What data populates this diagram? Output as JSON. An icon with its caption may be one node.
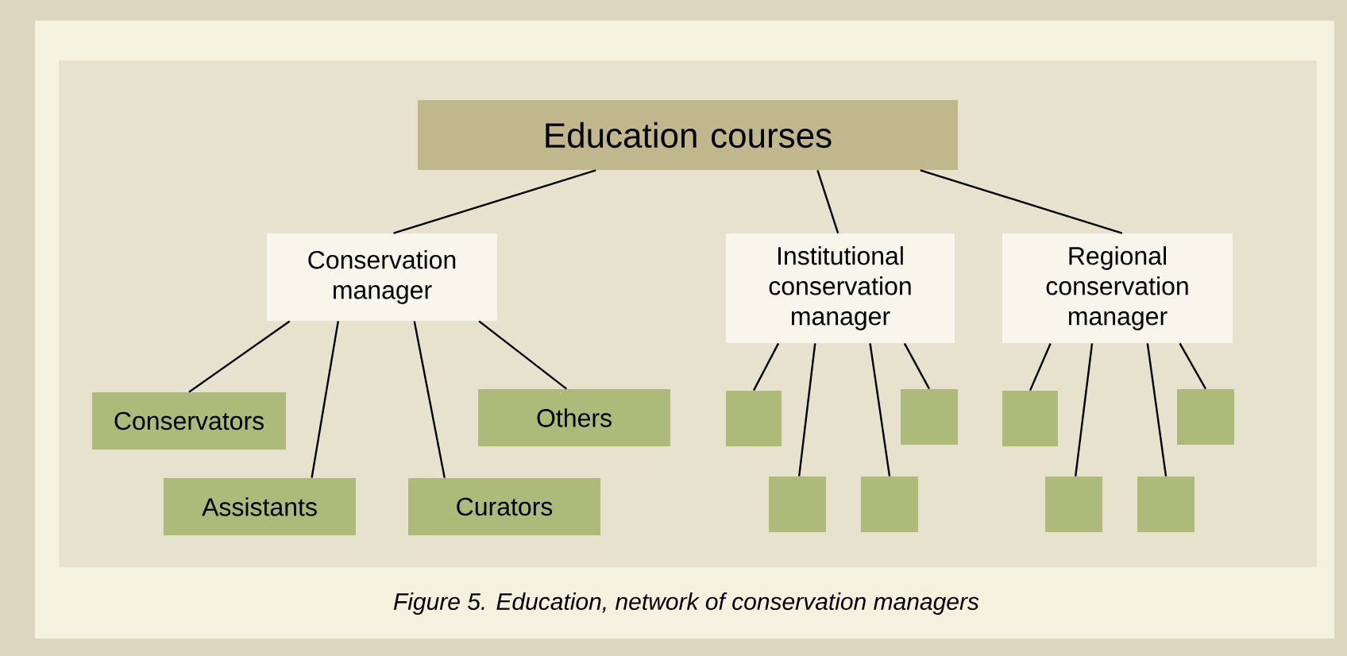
{
  "diagram": {
    "caption": "Figure 5.  Education, network of conservation managers",
    "nodes": [
      {
        "text": [
          "Education courses"
        ]
      },
      {
        "text": [
          "Conservation manager"
        ]
      },
      {
        "text": [
          "Institutional conservation manager"
        ]
      },
      {
        "text": [
          "Regional conservation manager"
        ]
      },
      {
        "text": [
          "Conservators"
        ]
      },
      {
        "text": [
          "Assistants"
        ]
      },
      {
        "text": [
          "Curators"
        ]
      },
      {
        "text": [
          "Others"
        ]
      },
      {
        "text": [],
        "shape": "box"
      },
      {
        "text": [],
        "shape": "box"
      },
      {
        "text": [],
        "shape": "box"
      },
      {
        "text": [],
        "shape": "box"
      },
      {
        "text": [],
        "shape": "box"
      },
      {
        "text": [],
        "shape": "box"
      },
      {
        "text": [],
        "shape": "box"
      },
      {
        "text": [],
        "shape": "box"
      }
    ],
    "edges": [
      {
        "from": 0,
        "to": 1,
        "arrow": "none"
      },
      {
        "from": 0,
        "to": 2,
        "arrow": "none"
      },
      {
        "from": 0,
        "to": 3,
        "arrow": "none"
      },
      {
        "from": 1,
        "to": 4,
        "arrow": "none"
      },
      {
        "from": 1,
        "to": 5,
        "arrow": "none"
      },
      {
        "from": 1,
        "to": 6,
        "arrow": "none"
      },
      {
        "from": 1,
        "to": 7,
        "arrow": "none"
      },
      {
        "from": 2,
        "to": 8,
        "arrow": "none"
      },
      {
        "from": 2,
        "to": 9,
        "arrow": "none"
      },
      {
        "from": 2,
        "to": 10,
        "arrow": "none"
      },
      {
        "from": 2,
        "to": 11,
        "arrow": "none"
      },
      {
        "from": 3,
        "to": 12,
        "arrow": "none"
      },
      {
        "from": 3,
        "to": 13,
        "arrow": "none"
      },
      {
        "from": 3,
        "to": 14,
        "arrow": "none"
      },
      {
        "from": 3,
        "to": 15,
        "arrow": "none"
      }
    ]
  }
}
